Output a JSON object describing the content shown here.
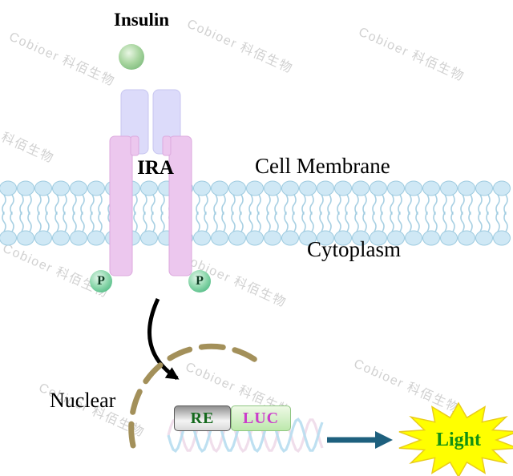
{
  "watermark": {
    "text": "Cobioer 科佰生物"
  },
  "labels": {
    "insulin": "Insulin",
    "receptor": "IRA",
    "cell_membrane": "Cell Membrane",
    "cytoplasm": "Cytoplasm",
    "nuclear": "Nuclear",
    "phospho": "P",
    "re": "RE",
    "luc": "LUC",
    "light": "Light"
  },
  "colors": {
    "membrane_head": "#cfe8f5",
    "membrane_line": "#9ecbe0",
    "alpha_subunit": "#dcdbfa",
    "alpha_line": "#c7c6f0",
    "beta_subunit": "#ecc7ee",
    "beta_line": "#dcaade",
    "insulin_ball": "#a8d59f",
    "phospho_fill": "#8ed8ad",
    "nuclear_dash": "#a3905a",
    "dna_blue": "#b7ddef",
    "dna_pink": "#edd8e8",
    "re_text": "#14691d",
    "luc_text": "#cb3ecb",
    "light_fill": "#ffff00",
    "light_text": "#129112",
    "arrow_teal": "#1e607e"
  }
}
